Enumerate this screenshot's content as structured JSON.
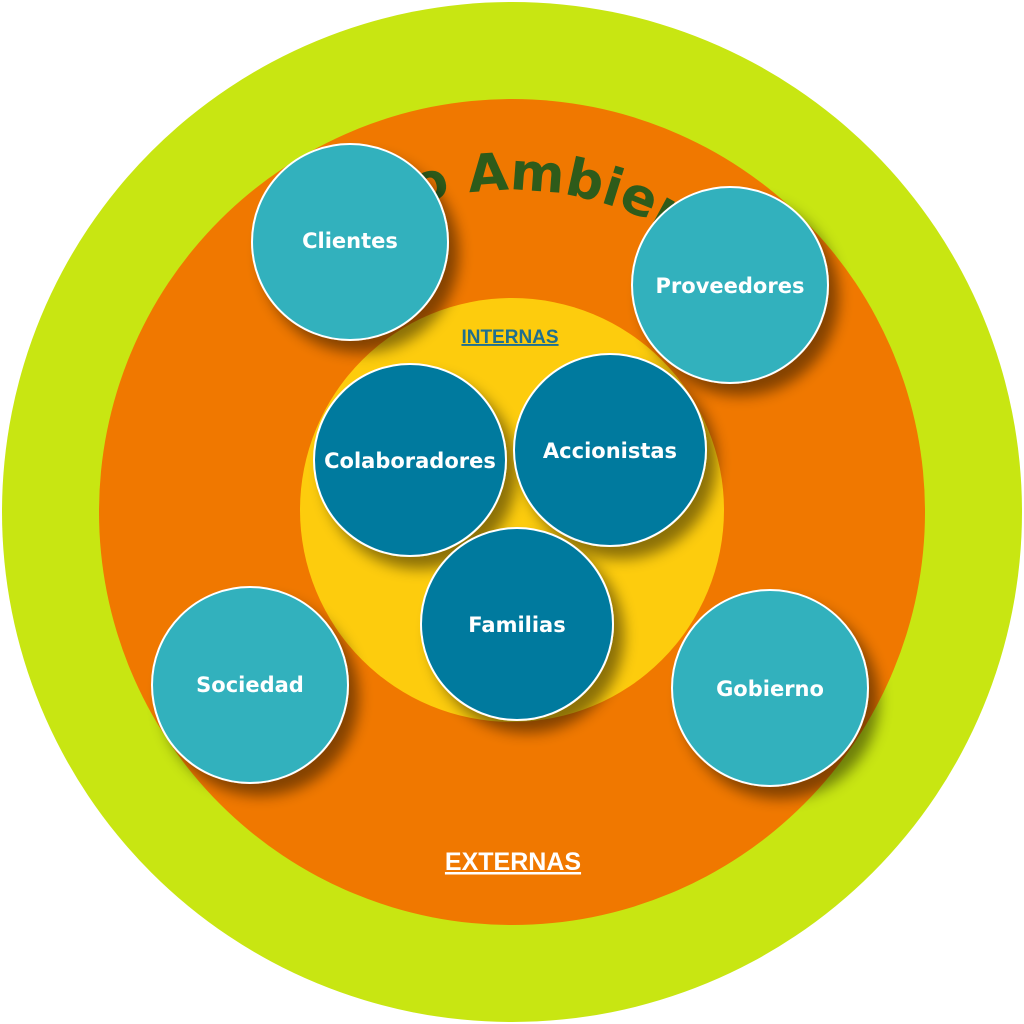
{
  "title": "Medio Ambiente",
  "external_label": "EXTERNAS",
  "internal_label": "INTERNAS",
  "external_stakeholders": [
    "Clientes",
    "Proveedores",
    "Sociedad",
    "Gobierno"
  ],
  "internal_stakeholders": [
    "Colaboradores",
    "Accionistas",
    "Familias"
  ],
  "colors": {
    "outer_ring": "#c8e612",
    "middle_circle": "#f07800",
    "inner_circle": "#fdcc0d",
    "external_node": "#30b1bd",
    "internal_node": "#007a9e",
    "title_text": "#2e5b1a",
    "internal_label_text": "#1f6f8f",
    "external_label_text": "#ffffff",
    "node_border": "#ffffff"
  }
}
